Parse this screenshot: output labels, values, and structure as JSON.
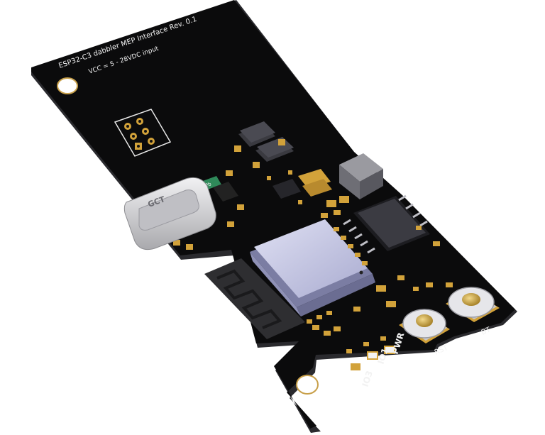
{
  "board": {
    "title_line1": "ESP32-C3 dabbler MEP Interface Rev. 0.1",
    "title_line2": "VCC = 5 - 28VDC input",
    "usb_brand": "GCT",
    "labels": {
      "pwr": "PWR",
      "io1": "IO1",
      "io3": "IO3",
      "rst": "RST",
      "bt": "BT",
      "cap_marking": "Pb"
    }
  },
  "colors": {
    "pcb": "#0b0b0c",
    "pcb_edge": "#2a2a2e",
    "copper_pad": "#d2a23a",
    "module_shield": "#c9cbe6",
    "usb_shell": "#d7d7da"
  }
}
